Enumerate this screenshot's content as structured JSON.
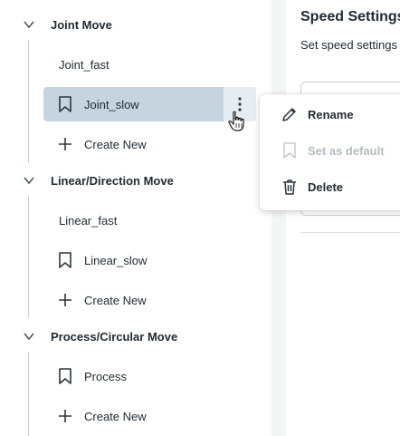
{
  "groups": [
    {
      "title": "Joint Move",
      "items": [
        {
          "label": "Joint_fast",
          "icon": "none"
        },
        {
          "label": "Joint_slow",
          "icon": "bookmark-icon",
          "selected": true
        }
      ],
      "create_label": "Create New"
    },
    {
      "title": "Linear/Direction Move",
      "items": [
        {
          "label": "Linear_fast",
          "icon": "none"
        },
        {
          "label": "Linear_slow",
          "icon": "bookmark-icon"
        }
      ],
      "create_label": "Create New"
    },
    {
      "title": "Process/Circular Move",
      "items": [
        {
          "label": "Process",
          "icon": "bookmark-icon"
        }
      ],
      "create_label": "Create New"
    }
  ],
  "main": {
    "title": "Speed Settings",
    "subtitle": "Set speed settings"
  },
  "context_menu": {
    "items": [
      {
        "label": "Rename",
        "icon": "pencil-icon",
        "disabled": false
      },
      {
        "label": "Set as default",
        "icon": "bookmark-icon",
        "disabled": true
      },
      {
        "label": "Delete",
        "icon": "trash-icon",
        "disabled": false
      }
    ]
  },
  "colors": {
    "selected_bg": "#c5d4df",
    "text": "#1f2a33",
    "disabled_text": "#b4bcc2"
  }
}
